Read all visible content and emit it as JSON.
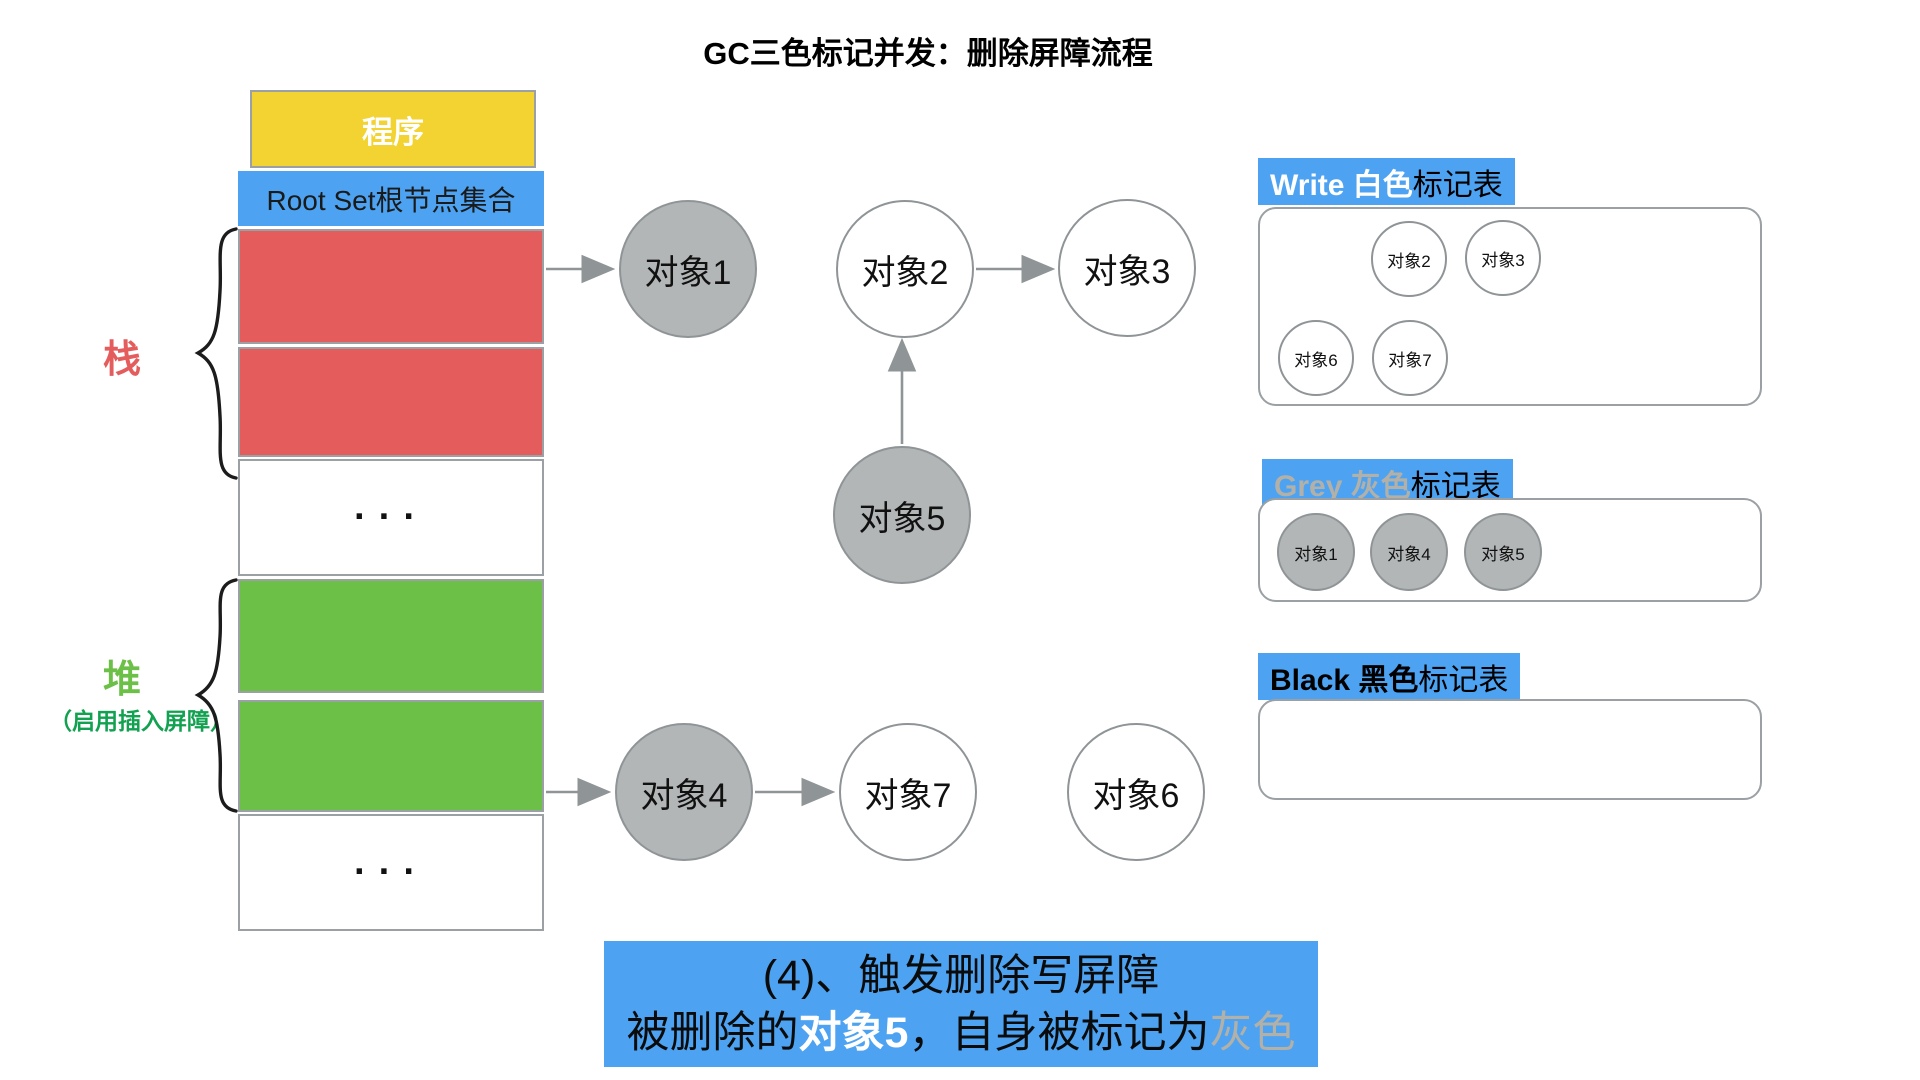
{
  "title": "GC三色标记并发：删除屏障流程",
  "memory": {
    "program_label": "程序",
    "root_set_label": "Root Set根节点集合",
    "stack_label": "栈",
    "heap_label": "堆",
    "heap_note": "（启用插入屏障）",
    "ellipsis": "···"
  },
  "graph": {
    "nodes": [
      {
        "label": "对象1",
        "color": "grey"
      },
      {
        "label": "对象2",
        "color": "white"
      },
      {
        "label": "对象3",
        "color": "white"
      },
      {
        "label": "对象4",
        "color": "grey"
      },
      {
        "label": "对象5",
        "color": "grey"
      },
      {
        "label": "对象6",
        "color": "white"
      },
      {
        "label": "对象7",
        "color": "white"
      }
    ],
    "edges": [
      {
        "from": "栈RootSet",
        "to": "对象1"
      },
      {
        "from": "对象2",
        "to": "对象3"
      },
      {
        "from": "对象5",
        "to": "对象2"
      },
      {
        "from": "堆RootSet",
        "to": "对象4"
      },
      {
        "from": "对象4",
        "to": "对象7"
      }
    ]
  },
  "tables": {
    "white": {
      "heading_strong": "Write 白色",
      "heading_rest": "标记表",
      "items": [
        "对象2",
        "对象3",
        "对象6",
        "对象7"
      ]
    },
    "grey": {
      "heading_strong": "Grey 灰色",
      "heading_rest": "标记表",
      "items": [
        "对象1",
        "对象4",
        "对象5"
      ]
    },
    "black": {
      "heading_strong": "Black 黑色",
      "heading_rest": "标记表",
      "items": []
    }
  },
  "caption": {
    "line1": "(4)、触发删除写屏障",
    "line2_prefix": "被删除的",
    "line2_object": "对象5",
    "line2_middle": "，自身被标记为",
    "line2_suffix": "灰色"
  },
  "colors": {
    "blue": "#4da3f1",
    "red": "#e45c5c",
    "green": "#6cbf47",
    "yellow": "#f2d331",
    "node_grey": "#b3b6b7",
    "grey_text": "#b3b0a8"
  }
}
